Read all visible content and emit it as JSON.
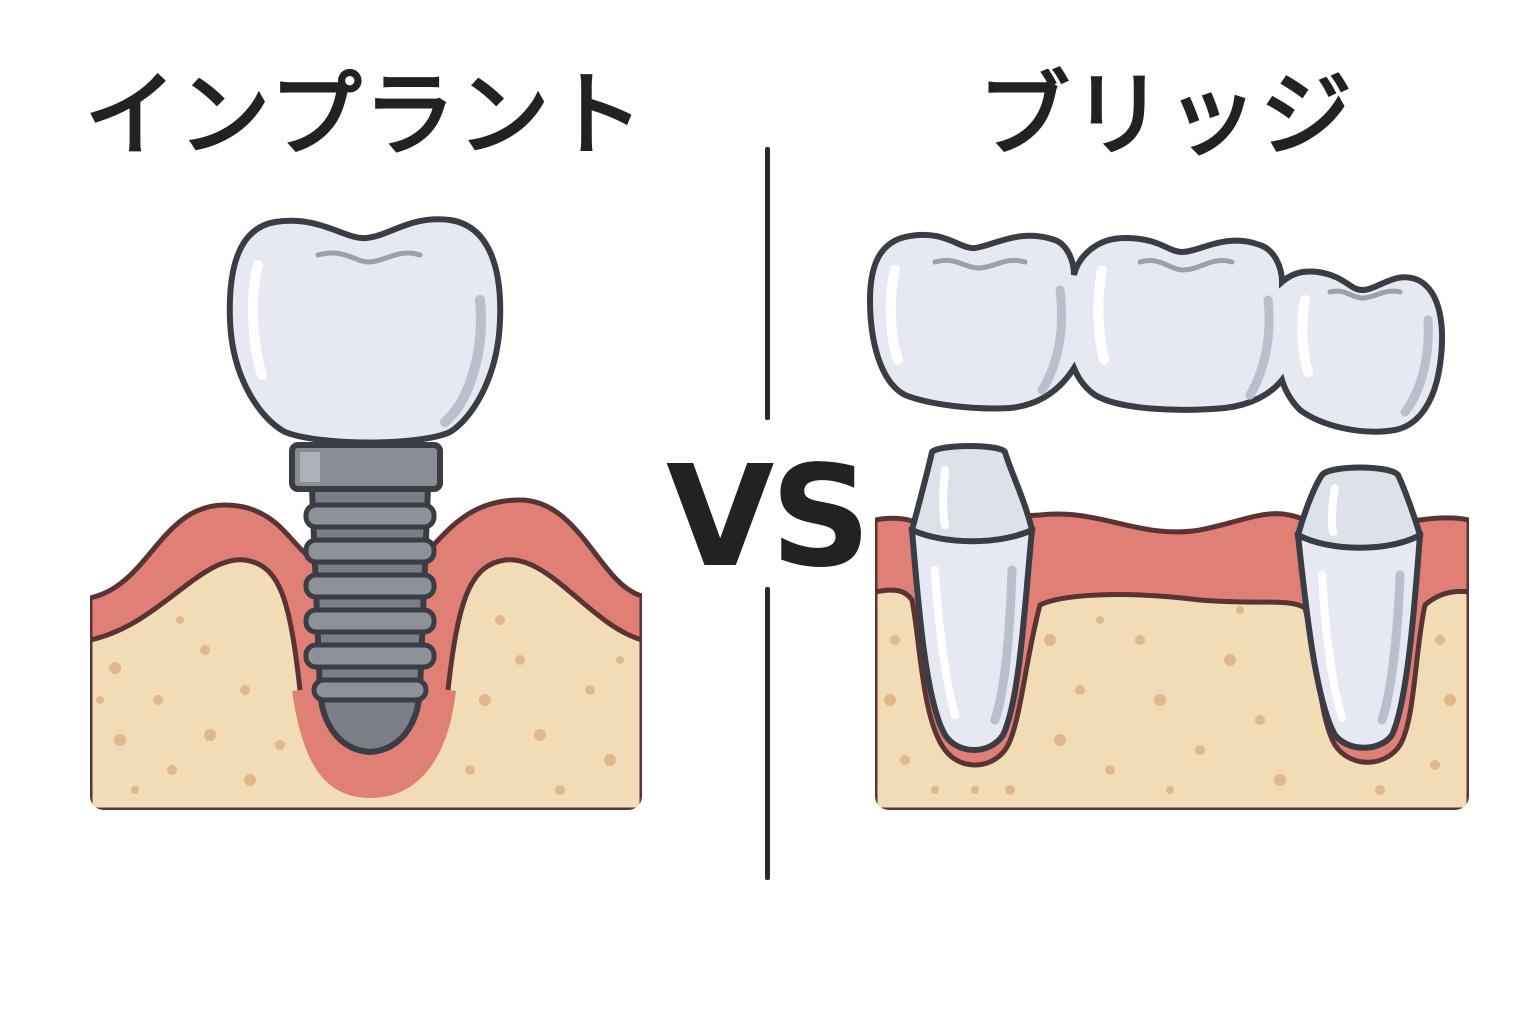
{
  "left_panel": {
    "title": "インプラント"
  },
  "center": {
    "vs_label": "VS"
  },
  "right_panel": {
    "title": "ブリッジ"
  },
  "colors": {
    "gum": "#e07f76",
    "gum_outline": "#5a3434",
    "bone": "#f2dcb6",
    "bone_dots": "#dfb98c",
    "tooth": "#e6e9f2",
    "tooth_shade": "#b9bfcc",
    "metal": "#7b7f85",
    "outline": "#3a3d44",
    "text": "#222222"
  },
  "icons": [
    "implant-crown-icon",
    "implant-screw-icon",
    "bridge-crowns-icon",
    "abutment-tooth-icon"
  ]
}
